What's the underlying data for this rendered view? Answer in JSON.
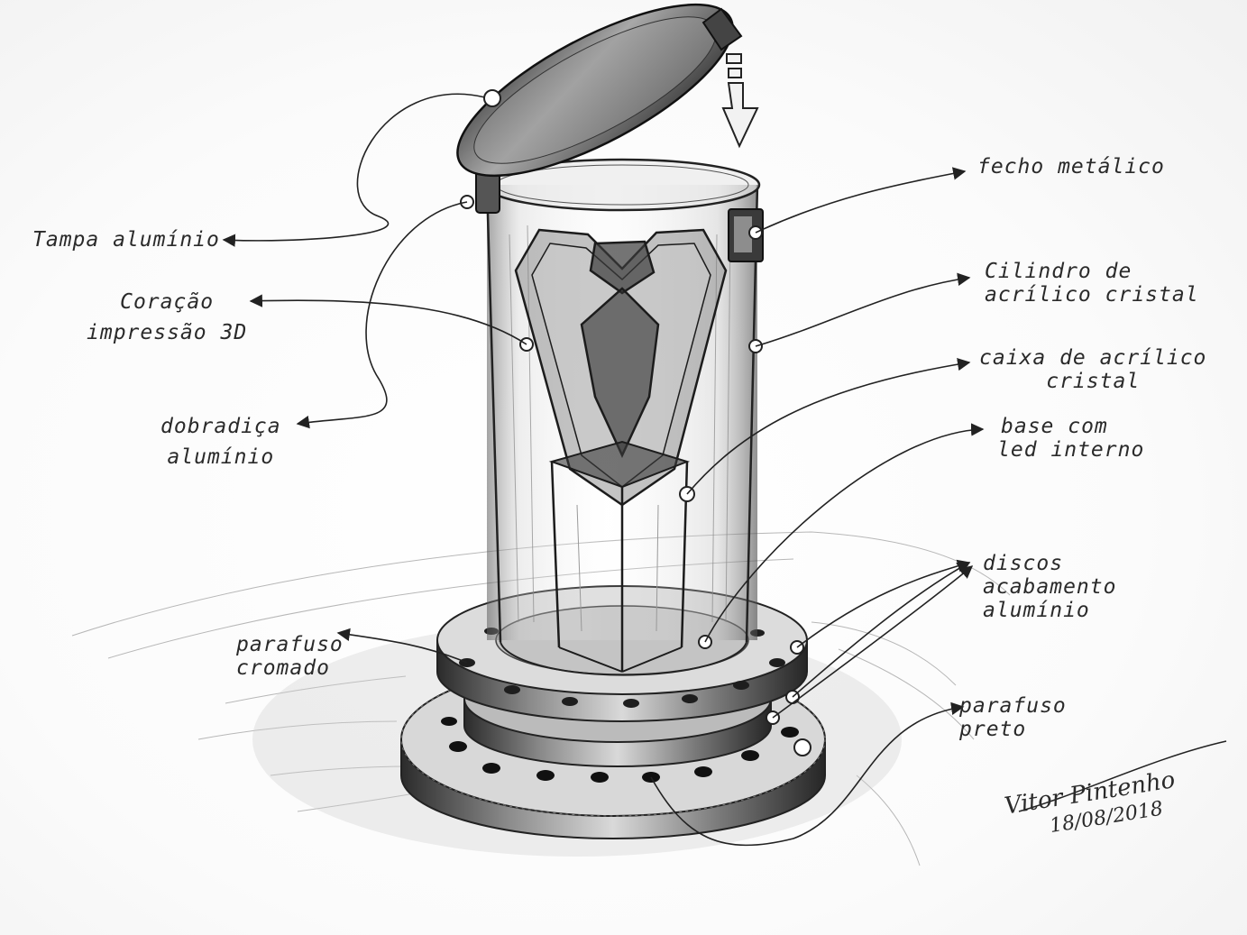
{
  "labels": {
    "tampa": "Tampa alumínio",
    "coracao_1": "Coração",
    "coracao_2": "impressão 3D",
    "dobradica_1": "dobradiça",
    "dobradica_2": "alumínio",
    "fecho": "fecho metálico",
    "cilindro_1": "Cilindro de",
    "cilindro_2": "acrílico cristal",
    "caixa_1": "caixa de acrílico",
    "caixa_2": "cristal",
    "base_1": "base com",
    "base_2": "led interno",
    "discos_1": "discos",
    "discos_2": "acabamento",
    "discos_3": "alumínio",
    "parafuso_cromado_1": "parafuso",
    "parafuso_cromado_2": "cromado",
    "parafuso_preto_1": "parafuso",
    "parafuso_preto_2": "preto"
  },
  "signature": {
    "name": "Vitor Pintenho",
    "date": "18/08/2018"
  },
  "colors": {
    "ink": "#2a2a2a",
    "paper": "#ffffff"
  }
}
